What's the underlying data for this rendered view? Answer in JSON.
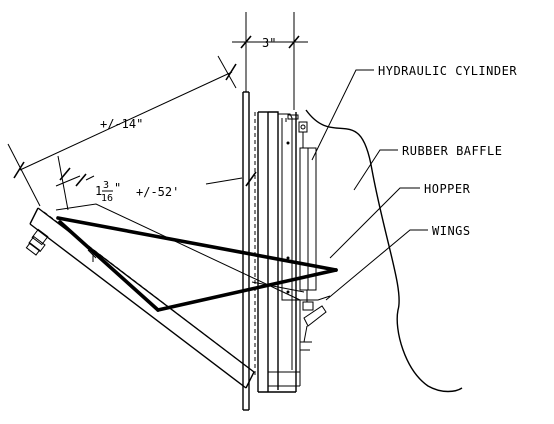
{
  "labels": {
    "hydraulic_cylinder": "HYDRAULIC CYLINDER",
    "rubber_baffle": "RUBBER BAFFLE",
    "hopper": "HOPPER",
    "wings": "WINGS"
  },
  "dimensions": {
    "top_width": "3\"",
    "upper_span": "+/-14\"",
    "small_whole": "1",
    "small_numerator": "3",
    "small_denominator": "16",
    "small_unit": "\"",
    "angle": "+/-52'"
  }
}
